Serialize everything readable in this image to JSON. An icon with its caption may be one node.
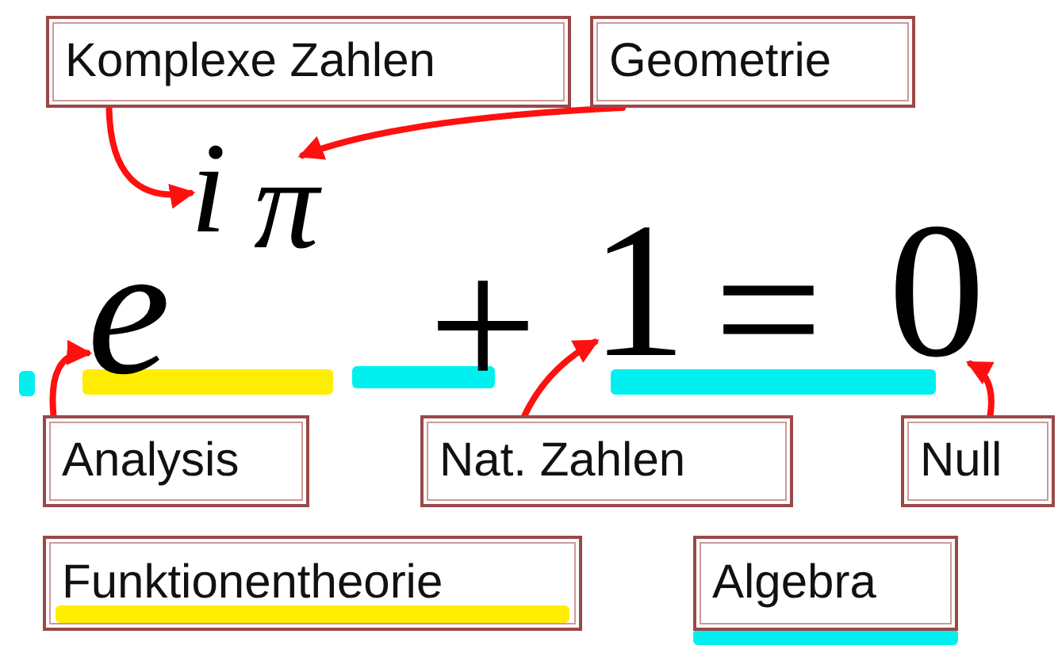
{
  "diagram": {
    "nodes": [
      {
        "text": [
          "Komplexe Zahlen"
        ]
      },
      {
        "text": [
          "Geometrie"
        ]
      },
      {
        "text": [
          "e"
        ]
      },
      {
        "text": [
          "i"
        ]
      },
      {
        "text": [
          "π"
        ]
      },
      {
        "text": [
          "1"
        ]
      },
      {
        "text": [
          "0"
        ]
      },
      {
        "text": [
          "Analysis"
        ]
      },
      {
        "text": [
          "Nat. Zahlen"
        ]
      },
      {
        "text": [
          "Null"
        ]
      },
      {
        "text": [
          "Funktionentheorie"
        ]
      },
      {
        "text": [
          "Algebra"
        ]
      }
    ],
    "edges": [
      {
        "from": 0,
        "to": 3,
        "arrow": "to"
      },
      {
        "from": 1,
        "to": 4,
        "arrow": "to"
      },
      {
        "from": 7,
        "to": 2,
        "arrow": "to"
      },
      {
        "from": 8,
        "to": 5,
        "arrow": "to"
      },
      {
        "from": 9,
        "to": 6,
        "arrow": "to"
      }
    ],
    "labels": [
      "+",
      "="
    ]
  }
}
